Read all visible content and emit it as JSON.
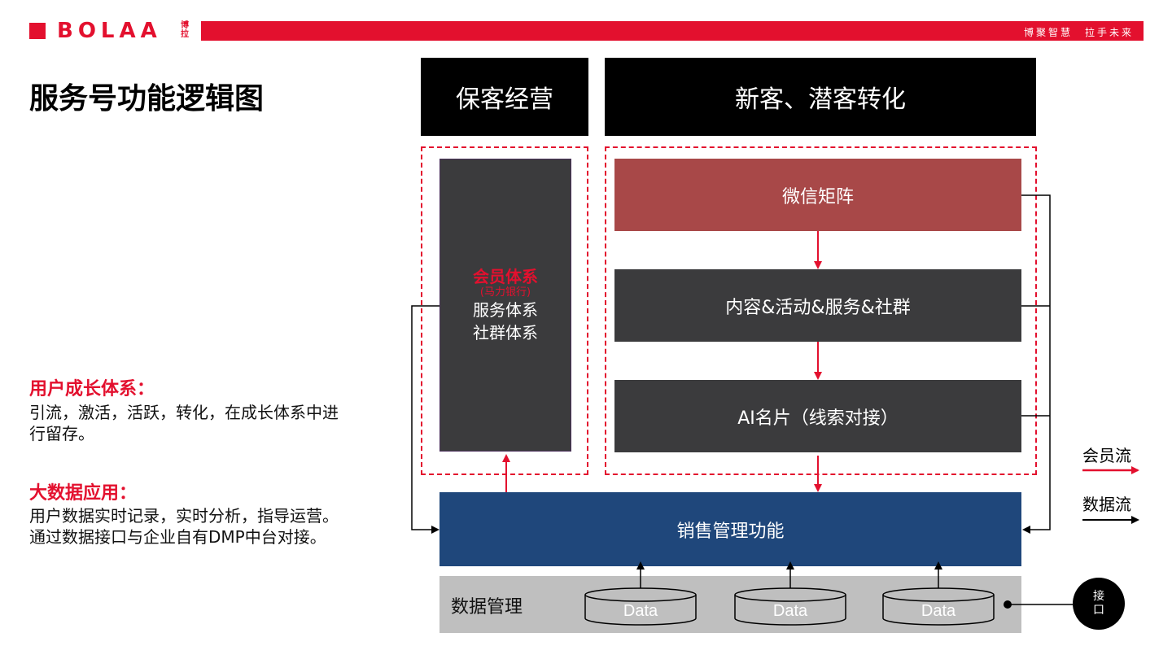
{
  "header": {
    "logo_text": "BOLAA",
    "logo_cn": "博拉",
    "slogan": "博聚智慧　拉手未来"
  },
  "page_title": "服务号功能逻辑图",
  "sidebar": {
    "growth_heading": "用户成长体系：",
    "growth_text": "引流，激活，活跃，转化，在成长体系中进行留存。",
    "bigdata_heading": "大数据应用：",
    "bigdata_text": "用户数据实时记录，实时分析，指导运营。通过数据接口与企业自有DMP中台对接。"
  },
  "diagram": {
    "retention_header": "保客经营",
    "conversion_header": "新客、潜客转化",
    "member_system": "会员体系",
    "member_system_sub": "(马力银行)",
    "service_system": "服务体系",
    "community_system": "社群体系",
    "wechat_matrix": "微信矩阵",
    "content_box": "内容&活动&服务&社群",
    "ai_card": "AI名片（线索对接）",
    "sales_mgmt": "销售管理功能",
    "data_mgmt": "数据管理",
    "data_labels": [
      "Data",
      "Data",
      "Data"
    ],
    "interface_line1": "接",
    "interface_line2": "口",
    "legend_member_flow": "会员流",
    "legend_data_flow": "数据流"
  },
  "colors": {
    "brand_red": "#e3102e",
    "wechat_red": "#a84848",
    "dark_gray": "#3b3b3d",
    "sales_blue": "#1f477b",
    "data_gray": "#bfbfbf"
  }
}
